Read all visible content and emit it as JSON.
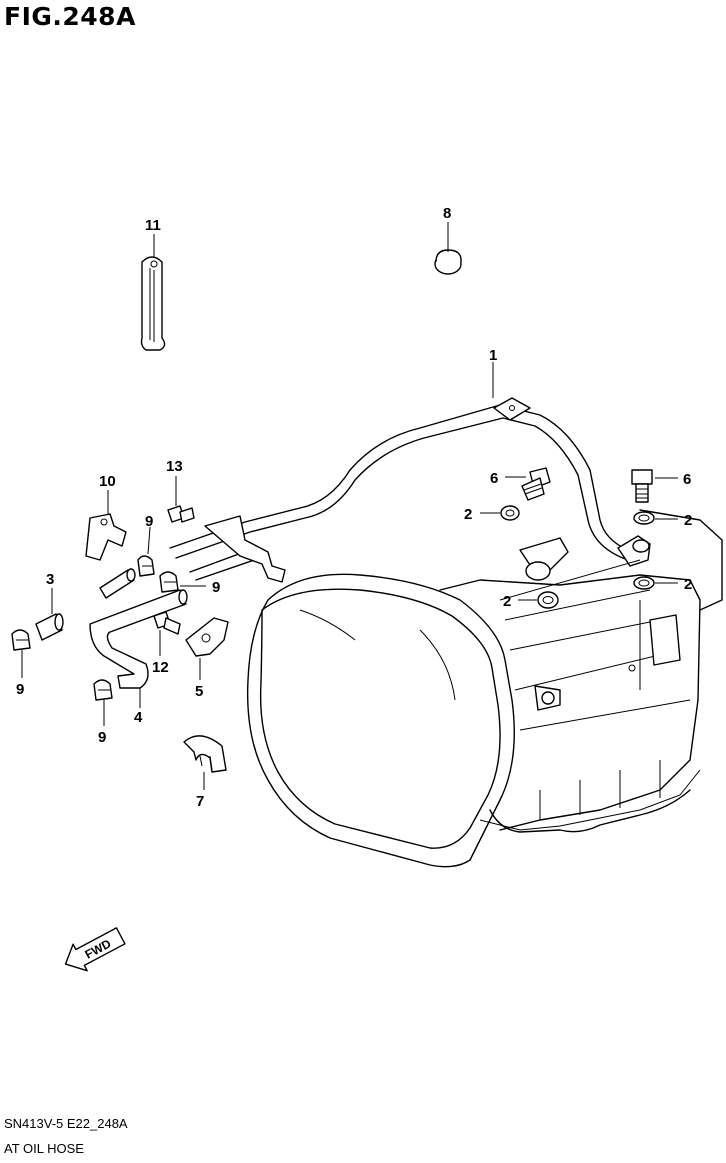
{
  "header": {
    "figure": "FIG.248A"
  },
  "callouts": {
    "c1": "1",
    "c2a": "2",
    "c2b": "2",
    "c2c": "2",
    "c2d": "2",
    "c3": "3",
    "c4": "4",
    "c5": "5",
    "c6a": "6",
    "c6b": "6",
    "c7": "7",
    "c8": "8",
    "c9a": "9",
    "c9b": "9",
    "c9c": "9",
    "c9d": "9",
    "c10": "10",
    "c11": "11",
    "c12": "12",
    "c13": "13"
  },
  "fwd_label": "FWD",
  "footer": {
    "code": "SN413V-5 E22_248A",
    "title": "AT OIL HOSE"
  },
  "colors": {
    "line": "#000000",
    "background": "#ffffff"
  }
}
